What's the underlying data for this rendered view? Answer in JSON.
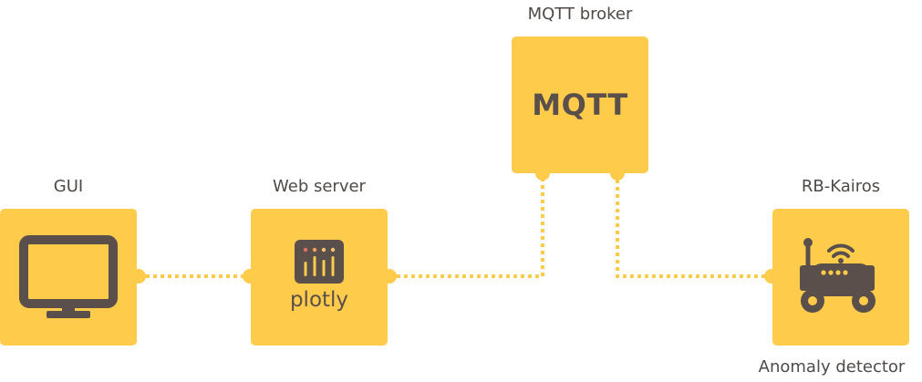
{
  "nodes": {
    "gui": {
      "label": "GUI",
      "icon": "monitor-icon"
    },
    "web_server": {
      "label": "Web server",
      "icon": "plotly-logo-icon",
      "logo_text": "plotly"
    },
    "mqtt_broker": {
      "label": "MQTT broker",
      "logo_text": "MQTT"
    },
    "rb_kairos": {
      "label": "RB-Kairos",
      "icon": "robot-icon",
      "sublabel": "Anomaly detector"
    }
  },
  "colors": {
    "box": "#fecb4a",
    "connector": "#fecb4a",
    "icon": "#5a4f4b",
    "text": "#4f4a47"
  },
  "connections": [
    {
      "from": "GUI",
      "to": "Web server"
    },
    {
      "from": "Web server",
      "to": "MQTT broker"
    },
    {
      "from": "MQTT broker",
      "to": "RB-Kairos"
    }
  ]
}
